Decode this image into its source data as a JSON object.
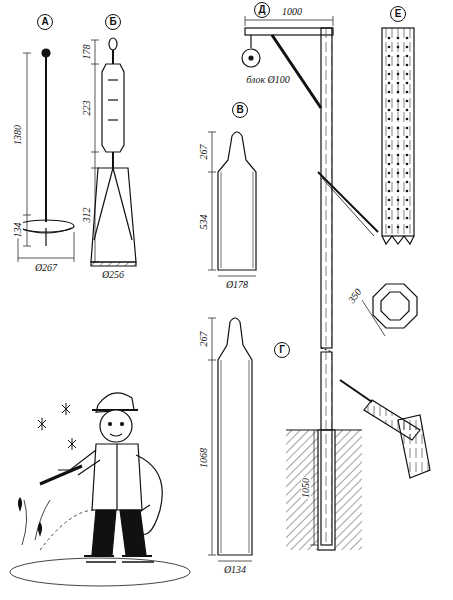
{
  "diagram": {
    "nodes": [
      {
        "text": [
          "А"
        ]
      },
      {
        "text": [
          "Б"
        ]
      },
      {
        "text": [
          "Д"
        ]
      },
      {
        "text": [
          "Е"
        ]
      },
      {
        "text": [
          "В"
        ]
      },
      {
        "text": [
          "Г"
        ]
      }
    ],
    "labels": [
      "1380",
      "134",
      "Ø267",
      "178",
      "223",
      "312",
      "Ø256",
      "1000",
      "блок Ø100",
      "267",
      "534",
      "Ø178",
      "350",
      "267",
      "1068",
      "Ø134",
      "1050"
    ]
  }
}
